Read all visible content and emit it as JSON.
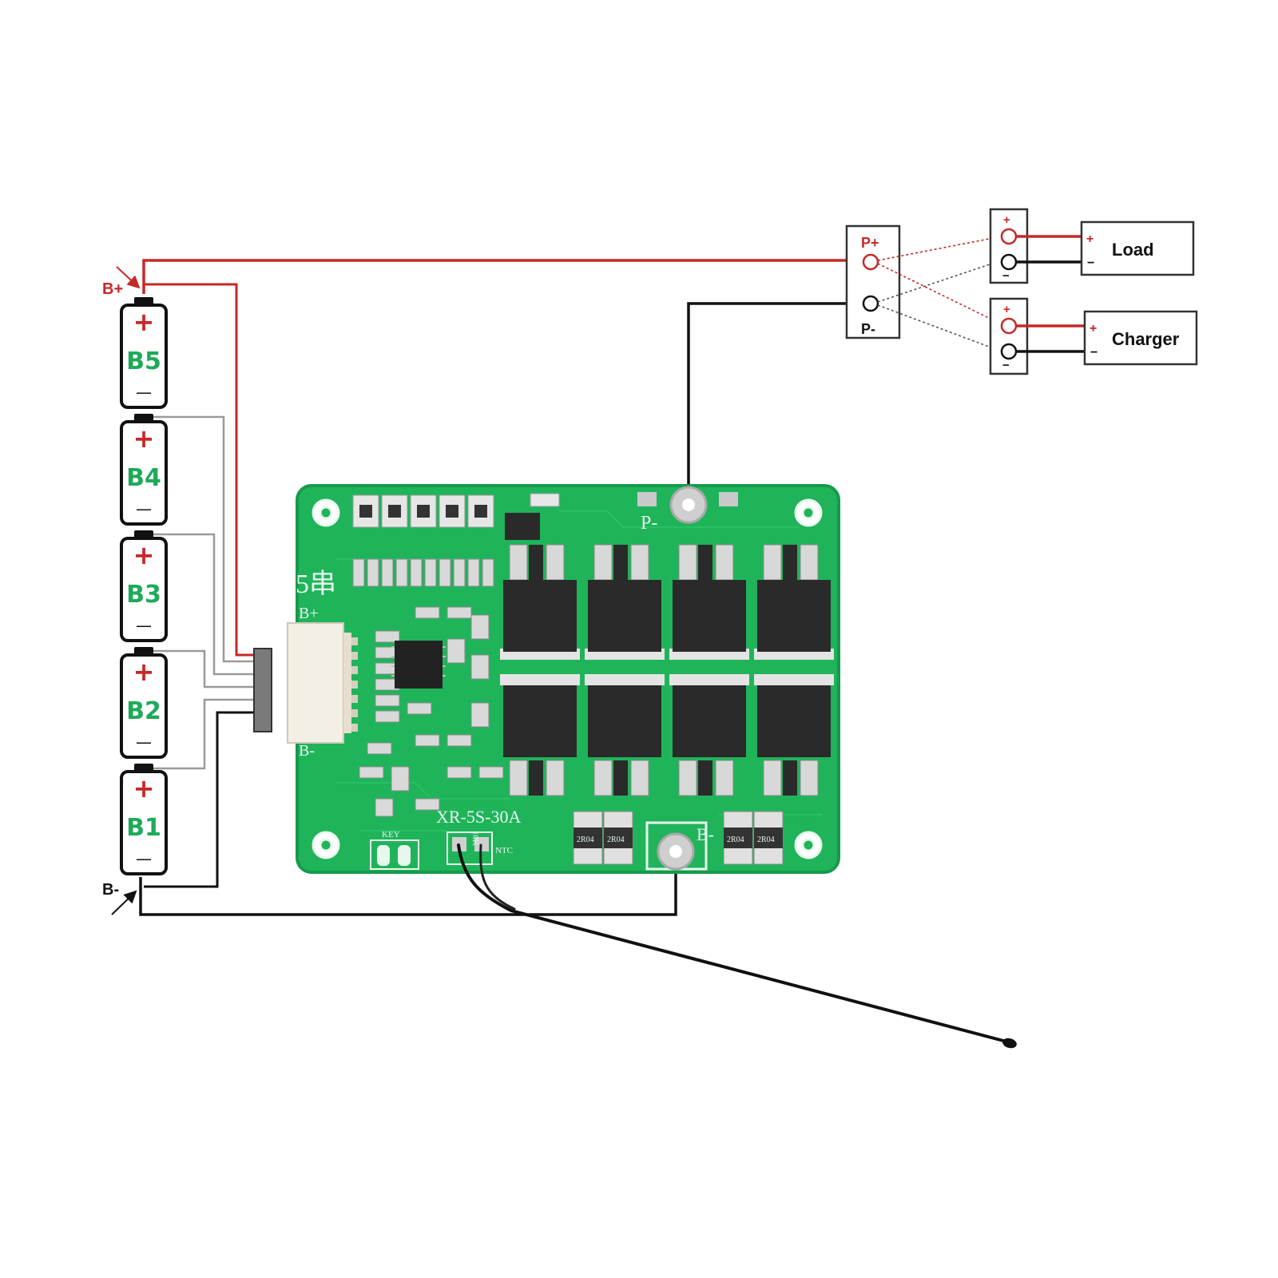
{
  "colors": {
    "positive": "#c62828",
    "negative": "#111111",
    "balance": "#9a9a9a",
    "pcb": "#1fb45a",
    "pcb_dark": "#159247",
    "battery_label": "#1faa5a",
    "mosfet": "#2a2a2a"
  },
  "batteries": [
    {
      "name": "B5",
      "plus": "+",
      "minus": "—"
    },
    {
      "name": "B4",
      "plus": "+",
      "minus": "—"
    },
    {
      "name": "B3",
      "plus": "+",
      "minus": "—"
    },
    {
      "name": "B2",
      "plus": "+",
      "minus": "—"
    },
    {
      "name": "B1",
      "plus": "+",
      "minus": "—"
    }
  ],
  "pack": {
    "b_plus": "B+",
    "b_minus": "B-"
  },
  "output": {
    "p_plus": "P+",
    "p_minus": "P-"
  },
  "load": {
    "label": "Load",
    "plus": "+",
    "minus": "−",
    "term_plus": "+",
    "term_minus": "−"
  },
  "charger": {
    "label": "Charger",
    "plus": "+",
    "minus": "−",
    "term_plus": "+",
    "term_minus": "−"
  },
  "pcb": {
    "model": "XR-5S-30A",
    "series": "5串",
    "silk_bplus": "B+",
    "silk_bminus": "B-",
    "silk_p": "P-",
    "silk_b": "B-",
    "key": "KEY",
    "ntc": "NTC",
    "ntc_value": "10K",
    "resistor_code": "2R04"
  }
}
